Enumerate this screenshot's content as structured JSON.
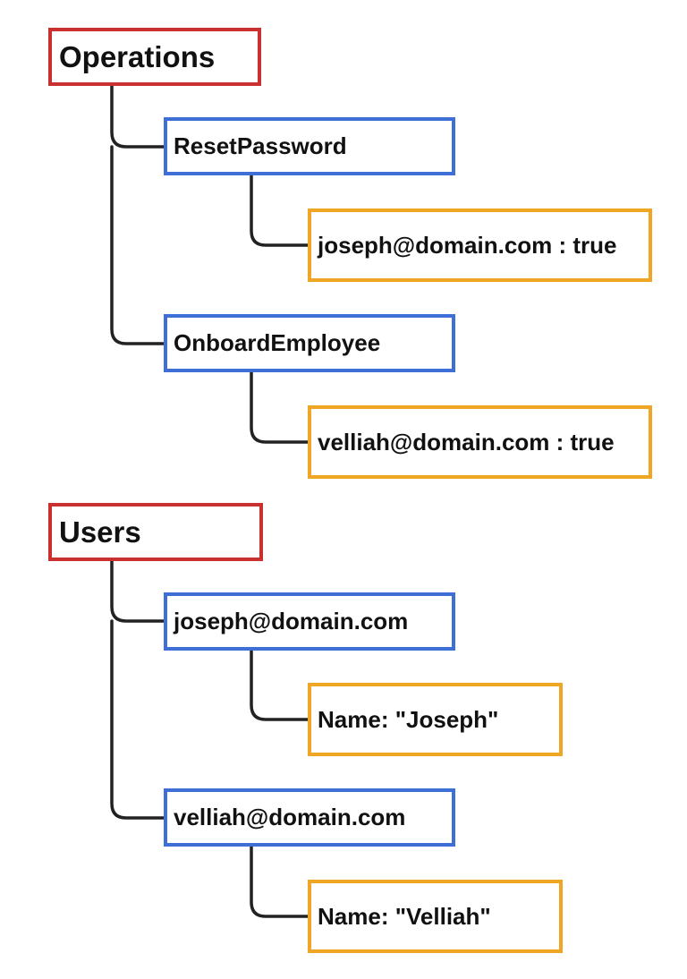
{
  "colors": {
    "root_border": "#c8312f",
    "child_border": "#3e6fd6",
    "leaf_border": "#f0a524",
    "connector": "#222222"
  },
  "trees": [
    {
      "label": "Operations",
      "children": [
        {
          "label": "ResetPassword",
          "leaf": "joseph@domain.com : true"
        },
        {
          "label": "OnboardEmployee",
          "leaf": "velliah@domain.com : true"
        }
      ]
    },
    {
      "label": "Users",
      "children": [
        {
          "label": "joseph@domain.com",
          "leaf": "Name: \"Joseph\""
        },
        {
          "label": "velliah@domain.com",
          "leaf": "Name: \"Velliah\""
        }
      ]
    }
  ]
}
